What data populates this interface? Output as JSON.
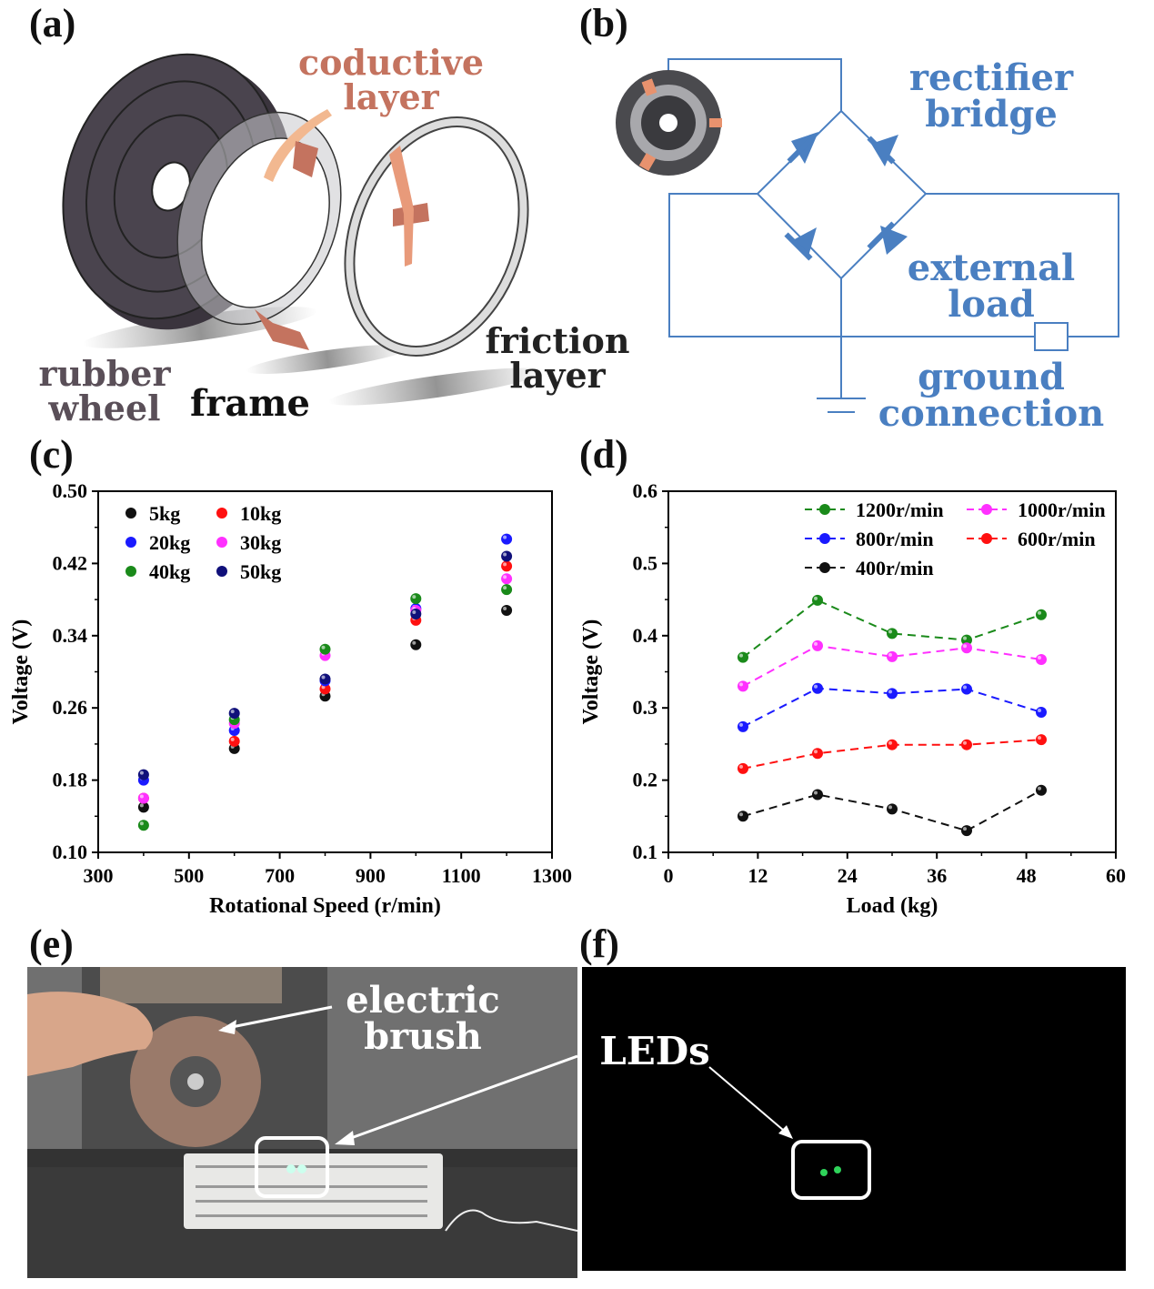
{
  "panels": {
    "a": "(a)",
    "b": "(b)",
    "c": "(c)",
    "d": "(d)",
    "e": "(e)",
    "f": "(f)"
  },
  "panel_a": {
    "conductive_line1": "coductive",
    "conductive_line2": "layer",
    "rubber_line1": "rubber",
    "rubber_line2": "wheel",
    "frame": "frame",
    "friction_line1": "friction",
    "friction_line2": "layer",
    "colors": {
      "rubber": "#4a444e",
      "conductive": "#c4735f",
      "text_dark": "#111111",
      "rubber_text": "#5a4f58"
    }
  },
  "panel_b": {
    "rectifier_line1": "rectifier",
    "rectifier_line2": "bridge",
    "external_line1": "external",
    "external_line2": "load",
    "ground_line1": "ground",
    "ground_line2": "connection",
    "colors": {
      "circuit": "#4a7fc1"
    }
  },
  "panel_e": {
    "brush_line1": "electric",
    "brush_line2": "brush"
  },
  "panel_f": {
    "leds": "LEDs"
  },
  "chart_data": [
    {
      "type": "scatter",
      "xlabel": "Rotational Speed (r/min)",
      "ylabel": "Voltage (V)",
      "xlim": [
        300,
        1300
      ],
      "ylim": [
        0.1,
        0.5
      ],
      "xticks": [
        "300",
        "500",
        "700",
        "900",
        "1100",
        "1300"
      ],
      "yticks": [
        "0.10",
        "0.18",
        "0.26",
        "0.34",
        "0.42",
        "0.50"
      ],
      "legend_position": "top-left",
      "x": [
        400,
        600,
        800,
        1000,
        1200
      ],
      "series": [
        {
          "name": "5kg",
          "color": "#111111",
          "values": [
            0.15,
            0.215,
            0.273,
            0.33,
            0.368
          ]
        },
        {
          "name": "10kg",
          "color": "#ff1010",
          "values": [
            0.16,
            0.223,
            0.281,
            0.357,
            0.417
          ]
        },
        {
          "name": "20kg",
          "color": "#1a1aff",
          "values": [
            0.18,
            0.235,
            0.29,
            0.37,
            0.447
          ]
        },
        {
          "name": "30kg",
          "color": "#ff30ff",
          "values": [
            0.16,
            0.243,
            0.318,
            0.368,
            0.403
          ]
        },
        {
          "name": "40kg",
          "color": "#1a8a1a",
          "values": [
            0.13,
            0.247,
            0.325,
            0.381,
            0.391
          ]
        },
        {
          "name": "50kg",
          "color": "#10107a",
          "values": [
            0.186,
            0.254,
            0.292,
            0.364,
            0.428
          ]
        }
      ]
    },
    {
      "type": "line",
      "xlabel": "Load (kg)",
      "ylabel": "Voltage (V)",
      "xlim": [
        0,
        60
      ],
      "ylim": [
        0.1,
        0.6
      ],
      "xticks": [
        "0",
        "12",
        "24",
        "36",
        "48",
        "60"
      ],
      "yticks": [
        "0.1",
        "0.2",
        "0.3",
        "0.4",
        "0.5",
        "0.6"
      ],
      "legend_position": "top",
      "x": [
        10,
        20,
        30,
        40,
        50
      ],
      "series": [
        {
          "name": "1200r/min",
          "color": "#1a8a1a",
          "values": [
            0.37,
            0.449,
            0.403,
            0.394,
            0.429
          ]
        },
        {
          "name": "1000r/min",
          "color": "#ff30ff",
          "values": [
            0.33,
            0.386,
            0.371,
            0.383,
            0.367
          ]
        },
        {
          "name": "800r/min",
          "color": "#1a1aff",
          "values": [
            0.274,
            0.327,
            0.32,
            0.326,
            0.294
          ]
        },
        {
          "name": "600r/min",
          "color": "#ff1010",
          "values": [
            0.216,
            0.237,
            0.249,
            0.249,
            0.256
          ]
        },
        {
          "name": "400r/min",
          "color": "#111111",
          "values": [
            0.15,
            0.18,
            0.16,
            0.13,
            0.186
          ]
        }
      ]
    }
  ]
}
